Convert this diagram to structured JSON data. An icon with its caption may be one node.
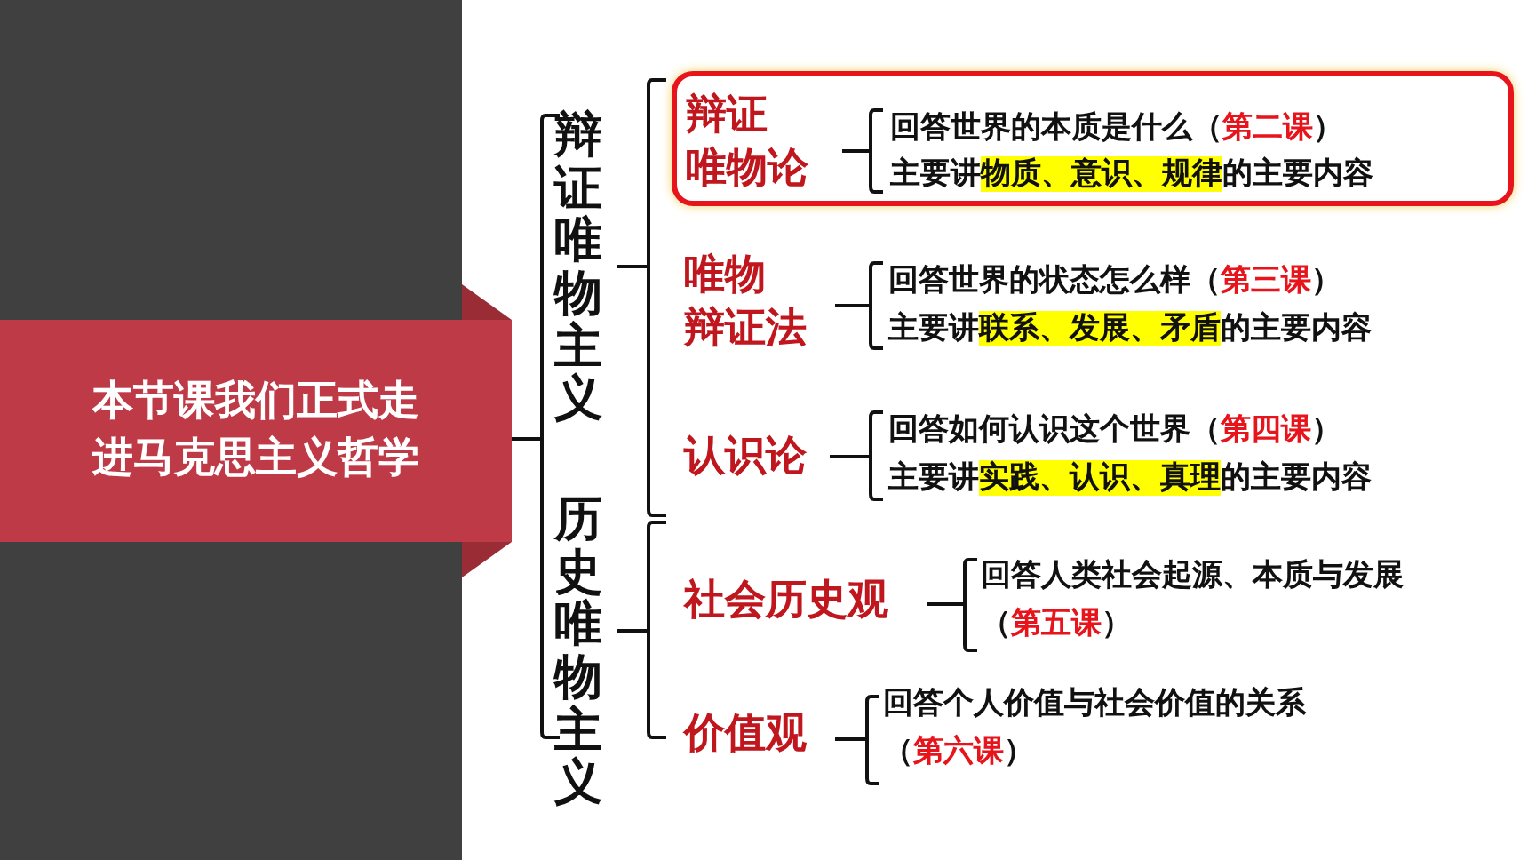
{
  "diagram": {
    "nodes": [
      {
        "text": [
          "本节课我们正式走进马克思主义哲学"
        ]
      },
      {
        "text": [
          "辩证唯物论",
          "回答世界的本质是什么（**第二课**）",
          "主要讲**物质、意识、规律**的主要内容"
        ]
      }
    ],
    "labels": [
      "辩证唯物主义",
      "唯物辩证法",
      "回答世界的状态怎么样（**第三课**）",
      "主要讲**联系、发展、矛盾**的主要内容",
      "认识论",
      "回答如何认识这个世界（**第四课**）",
      "主要讲**实践、认识、真理**的主要内容",
      "历史唯物主义",
      "社会历史观",
      "回答人类社会起源、本质与发展（**第五课**）",
      "价值观",
      "回答个人价值与社会价值的关系（**第六课**）"
    ]
  }
}
